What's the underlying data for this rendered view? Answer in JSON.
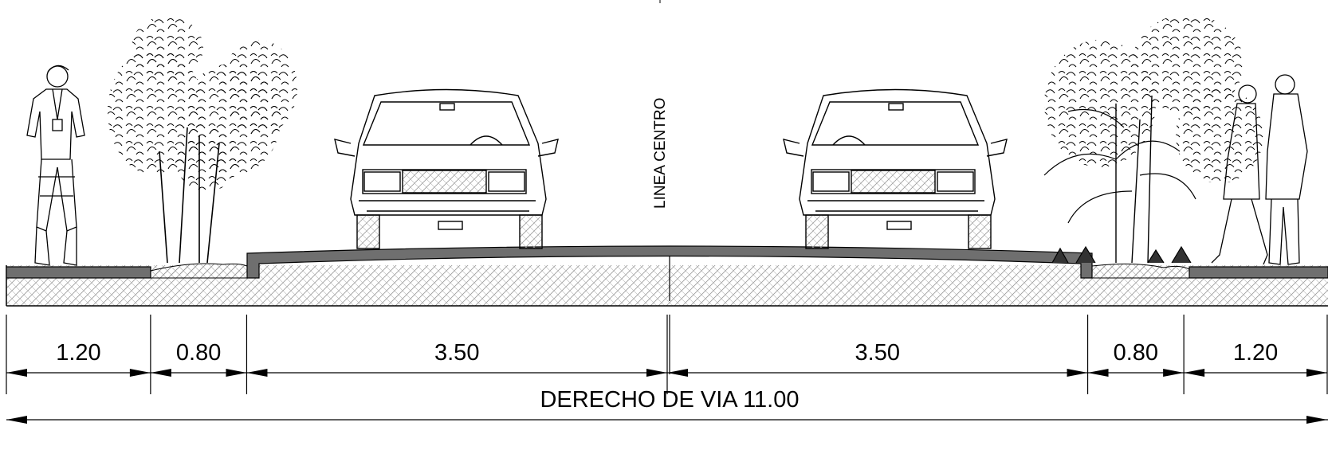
{
  "drawing": {
    "center_label": "LINEA CENTRO",
    "total_label": "DERECHO DE VIA 11.00"
  },
  "segments": [
    {
      "id": "sidewalk-left",
      "value": 1.2,
      "label": "1.20"
    },
    {
      "id": "planting-left",
      "value": 0.8,
      "label": "0.80"
    },
    {
      "id": "lane-left",
      "value": 3.5,
      "label": "3.50"
    },
    {
      "id": "lane-right",
      "value": 3.5,
      "label": "3.50"
    },
    {
      "id": "planting-right",
      "value": 0.8,
      "label": "0.80"
    },
    {
      "id": "sidewalk-right",
      "value": 1.2,
      "label": "1.20"
    }
  ],
  "colors": {
    "line": "#000000",
    "pavement": "#6f6f6f",
    "soil_hatch": "#9a9a9a"
  }
}
